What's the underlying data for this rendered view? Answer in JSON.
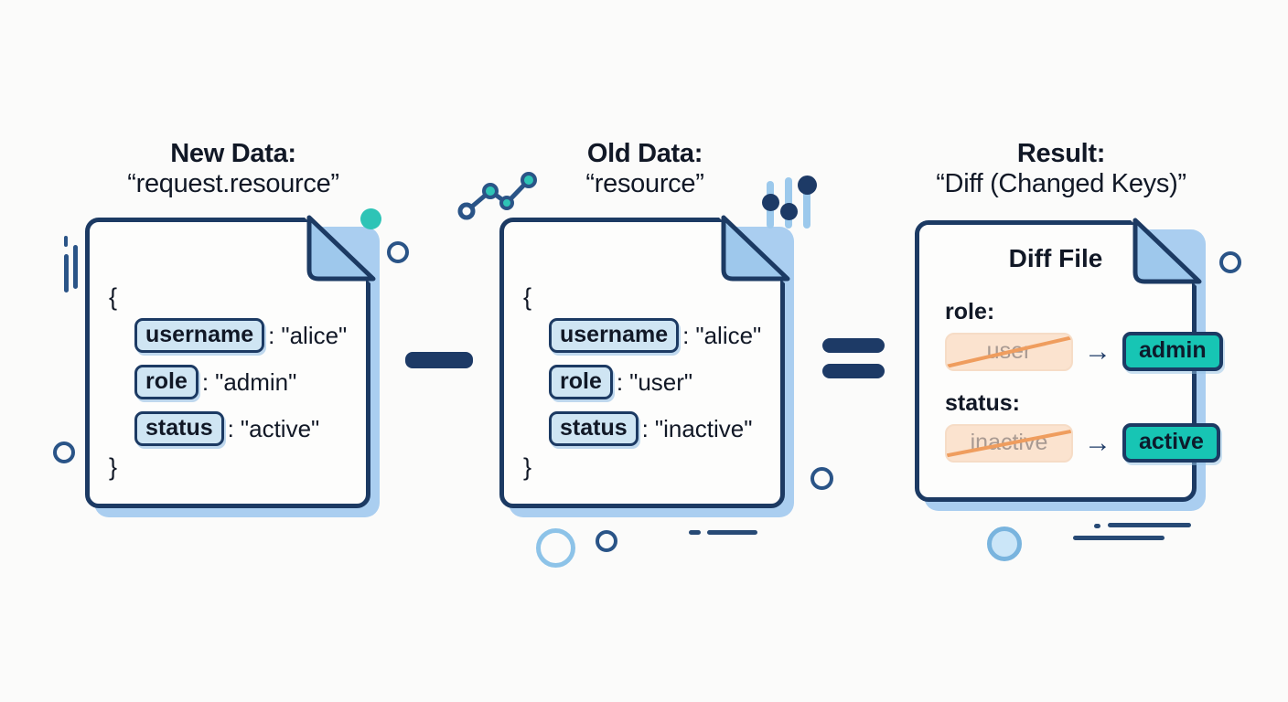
{
  "background": "#fbfbfa",
  "colors": {
    "navy": "#1c3a63",
    "card_shadow_blue": "#aacef0",
    "key_pill_fill": "#cfe5f3",
    "teal": "#17c5b4",
    "teal_dot": "#2ec4b6",
    "old_pill_fill": "#fbe3cf",
    "strike_orange": "#ef9d5e",
    "light_blue": "#8dc3e8"
  },
  "panels": [
    {
      "title_line1": "New Data:",
      "title_line2": "“request.resource”",
      "open_brace": "{",
      "close_brace": "}",
      "rows": [
        {
          "key": "username",
          "sep": ":",
          "value": "\"alice\""
        },
        {
          "key": "role",
          "sep": ":",
          "value": "\"admin\""
        },
        {
          "key": "status",
          "sep": ":",
          "value": "\"active\""
        }
      ]
    },
    {
      "title_line1": "Old Data:",
      "title_line2": "“resource”",
      "open_brace": "{",
      "close_brace": "}",
      "rows": [
        {
          "key": "username",
          "sep": ":",
          "value": "\"alice\""
        },
        {
          "key": "role",
          "sep": ":",
          "value": "\"user\""
        },
        {
          "key": "status",
          "sep": ":",
          "value": "\"inactive\""
        }
      ]
    }
  ],
  "result": {
    "title_line1": "Result:",
    "title_line2": "“Diff (Changed Keys)”",
    "card_heading": "Diff File",
    "arrow_glyph": "→",
    "changes": [
      {
        "key": "role:",
        "old_value": "user",
        "new_value": "admin"
      },
      {
        "key": "status:",
        "old_value": "inactive",
        "new_value": "active"
      }
    ]
  },
  "operators": {
    "minus": "−",
    "equals": "="
  }
}
